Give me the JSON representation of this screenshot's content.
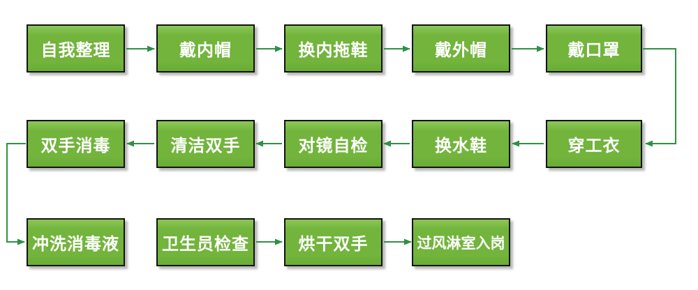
{
  "colors": {
    "node_fill": "#72b43c",
    "node_fill_light": "#8cc757",
    "node_border": "#121212",
    "node_text": "#ffffff",
    "arrow": "#2e9143",
    "bg": "#ffffff"
  },
  "diagram": {
    "type": "flowchart",
    "language": "zh-CN",
    "nodes": [
      {
        "label": "自我整理",
        "row": 1,
        "col": 1
      },
      {
        "label": "戴内帽",
        "row": 1,
        "col": 2
      },
      {
        "label": "换内拖鞋",
        "row": 1,
        "col": 3
      },
      {
        "label": "戴外帽",
        "row": 1,
        "col": 4
      },
      {
        "label": "戴口罩",
        "row": 1,
        "col": 5
      },
      {
        "label": "双手消毒",
        "row": 2,
        "col": 1
      },
      {
        "label": "清洁双手",
        "row": 2,
        "col": 2
      },
      {
        "label": "对镜自检",
        "row": 2,
        "col": 3
      },
      {
        "label": "换水鞋",
        "row": 2,
        "col": 4
      },
      {
        "label": "穿工衣",
        "row": 2,
        "col": 5
      },
      {
        "label": "冲洗消毒液",
        "row": 3,
        "col": 1
      },
      {
        "label": "卫生员检查",
        "row": 3,
        "col": 2
      },
      {
        "label": "烘干双手",
        "row": 3,
        "col": 3
      },
      {
        "label": "过风淋室入岗",
        "row": 3,
        "col": 4
      }
    ],
    "edges": [
      {
        "from": "自我整理",
        "to": "戴内帽",
        "style": "straight-right"
      },
      {
        "from": "戴内帽",
        "to": "换内拖鞋",
        "style": "straight-right"
      },
      {
        "from": "换内拖鞋",
        "to": "戴外帽",
        "style": "straight-right"
      },
      {
        "from": "戴外帽",
        "to": "戴口罩",
        "style": "straight-right"
      },
      {
        "from": "戴口罩",
        "to": "穿工衣",
        "style": "elbow-right-down"
      },
      {
        "from": "穿工衣",
        "to": "换水鞋",
        "style": "straight-left"
      },
      {
        "from": "换水鞋",
        "to": "对镜自检",
        "style": "straight-left"
      },
      {
        "from": "对镜自检",
        "to": "清洁双手",
        "style": "straight-left"
      },
      {
        "from": "清洁双手",
        "to": "双手消毒",
        "style": "straight-left"
      },
      {
        "from": "双手消毒",
        "to": "冲洗消毒液",
        "style": "elbow-left-down"
      },
      {
        "from": "卫生员检查",
        "to": "烘干双手",
        "style": "straight-right"
      },
      {
        "from": "烘干双手",
        "to": "过风淋室入岗",
        "style": "straight-right"
      }
    ],
    "flow_sequence": [
      "自我整理",
      "戴内帽",
      "换内拖鞋",
      "戴外帽",
      "戴口罩",
      "穿工衣",
      "换水鞋",
      "对镜自检",
      "清洁双手",
      "双手消毒",
      "冲洗消毒液",
      "卫生员检查",
      "烘干双手",
      "过风淋室入岗"
    ]
  }
}
